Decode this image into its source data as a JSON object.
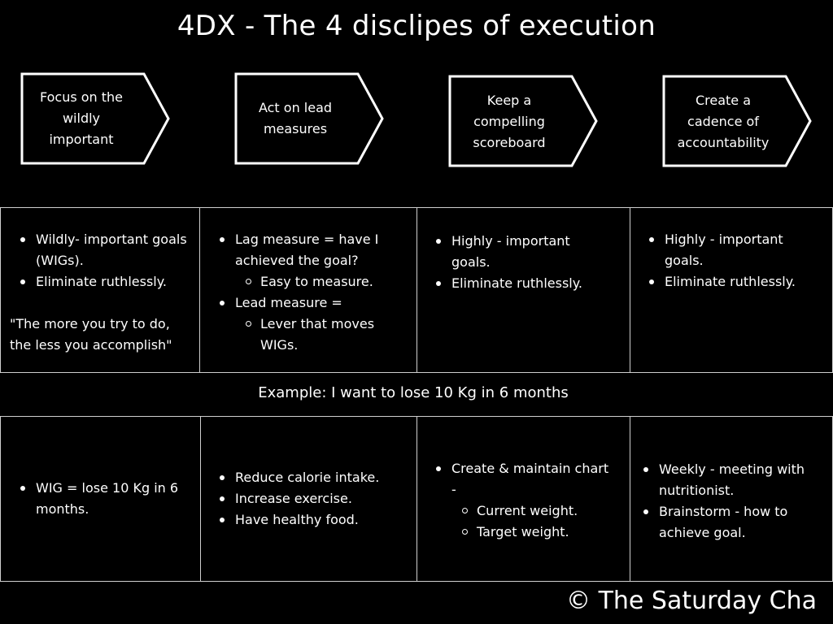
{
  "title": "4DX - The 4 disclipes of execution",
  "disciplines": [
    {
      "label": "Focus on the wildly important",
      "lines": [
        "Focus on the",
        "wildly",
        "important"
      ]
    },
    {
      "label": "Act on lead measures",
      "lines": [
        "Act on lead",
        "measures"
      ]
    },
    {
      "label": "Keep a compelling scoreboard",
      "lines": [
        "Keep a",
        "compelling",
        "scoreboard"
      ]
    },
    {
      "label": "Create a cadence of accountability",
      "lines": [
        "Create a",
        "cadence of",
        "accountability"
      ]
    }
  ],
  "explanations": {
    "col1": {
      "b1": "Wildly- important goals (WIGs).",
      "b2": "Eliminate ruthlessly.",
      "quote": "\"The more you try to do, the less you accomplish\""
    },
    "col2": {
      "b1": "Lag measure = have I achieved the goal?",
      "b1_sub": "Easy to measure.",
      "b2": "Lead measure =",
      "b2_sub": "Lever that moves WIGs."
    },
    "col3": {
      "b1": "Highly - important goals.",
      "b2": "Eliminate ruthlessly."
    },
    "col4": {
      "b1": "Highly - important goals.",
      "b2": "Eliminate ruthlessly."
    }
  },
  "example_heading": "Example: I want to lose 10 Kg in 6 months",
  "examples": {
    "col1": {
      "b1": "WIG = lose 10 Kg in 6 months."
    },
    "col2": {
      "b1": "Reduce calorie intake.",
      "b2": "Increase exercise.",
      "b3": "Have healthy food."
    },
    "col3": {
      "b1": "Create & maintain chart -",
      "sub1": "Current weight.",
      "sub2": "Target weight."
    },
    "col4": {
      "b1": "Weekly - meeting with nutritionist.",
      "b2": "Brainstorm - how to achieve goal."
    }
  },
  "footer": "© The Saturday Cha"
}
